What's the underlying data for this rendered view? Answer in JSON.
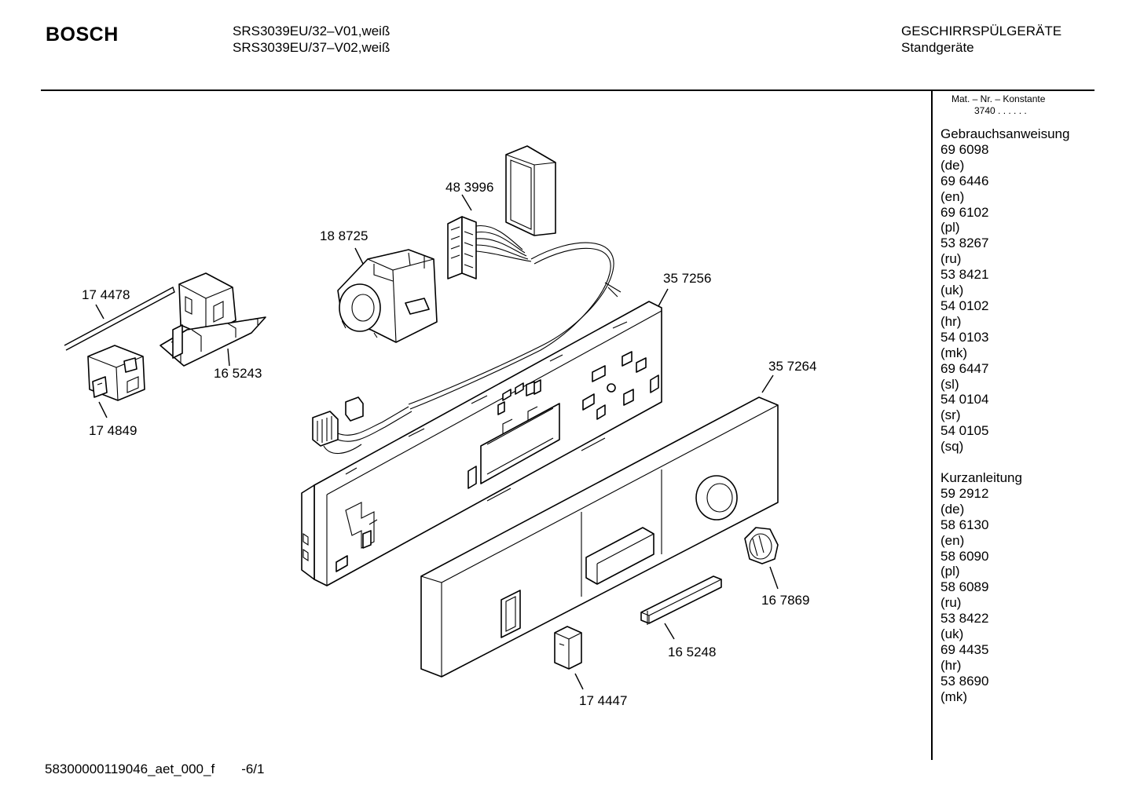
{
  "header": {
    "brand": "BOSCH",
    "models": [
      "SRS3039EU/32–V01,weiß",
      "SRS3039EU/37–V02,weiß"
    ],
    "category": "GESCHIRRSPÜLGERÄTE",
    "subcategory": "Standgeräte"
  },
  "sidebar": {
    "mat_label": "Mat. – Nr. – Konstante",
    "mat_value": "3740 .  .  .  .  .  .",
    "sections": [
      {
        "title": "Gebrauchsanweisung",
        "entries": [
          {
            "number": "69 6098",
            "lang": "(de)"
          },
          {
            "number": "69 6446",
            "lang": "(en)"
          },
          {
            "number": "69 6102",
            "lang": "(pl)"
          },
          {
            "number": "53 8267",
            "lang": "(ru)"
          },
          {
            "number": "53 8421",
            "lang": "(uk)"
          },
          {
            "number": "54 0102",
            "lang": "(hr)"
          },
          {
            "number": "54 0103",
            "lang": "(mk)"
          },
          {
            "number": "69 6447",
            "lang": "(sl)"
          },
          {
            "number": "54 0104",
            "lang": "(sr)"
          },
          {
            "number": "54 0105",
            "lang": "(sq)"
          }
        ]
      },
      {
        "title": "Kurzanleitung",
        "entries": [
          {
            "number": "59 2912",
            "lang": "(de)"
          },
          {
            "number": "58 6130",
            "lang": "(en)"
          },
          {
            "number": "58 6090",
            "lang": "(pl)"
          },
          {
            "number": "58 6089",
            "lang": "(ru)"
          },
          {
            "number": "53 8422",
            "lang": "(uk)"
          },
          {
            "number": "69 4435",
            "lang": "(hr)"
          },
          {
            "number": "53 8690",
            "lang": "(mk)"
          }
        ]
      }
    ]
  },
  "diagram": {
    "part_labels": {
      "p483996": "48 3996",
      "p188725": "18 8725",
      "p357256": "35 7256",
      "p174478": "17 4478",
      "p165243": "16 5243",
      "p174849": "17 4849",
      "p357264": "35 7264",
      "p167869": "16 7869",
      "p165248": "16 5248",
      "p174447": "17 4447"
    }
  },
  "footer": {
    "doc_id": "58300000119046_aet_000_f",
    "page": "-6/1"
  }
}
